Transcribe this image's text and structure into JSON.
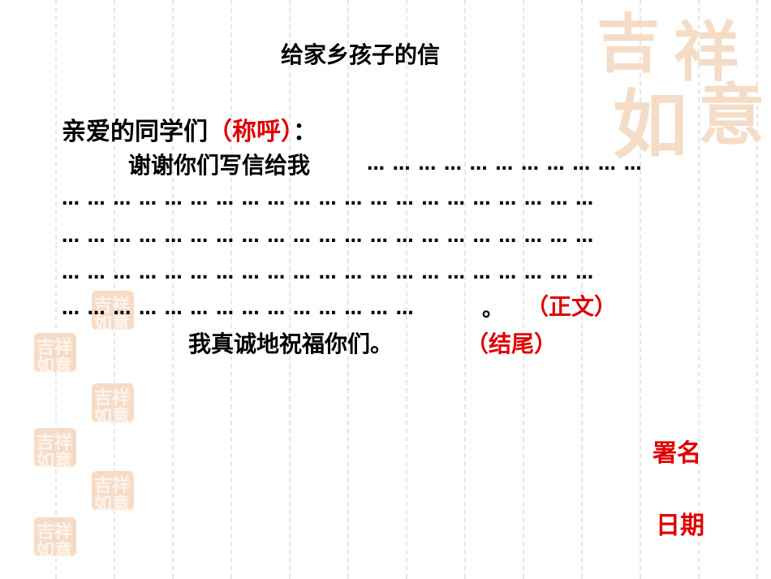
{
  "letter": {
    "title": "给家乡孩子的信",
    "salutation": "亲爱的同学们",
    "salutation_note": "（称呼）",
    "salutation_colon": "：",
    "body_opening": "谢谢你们写信给我",
    "body_dots_1": "… … … … … … … … … … …",
    "body_dots_2": "… … … … … … … … … … … … … … … … … … … … …",
    "body_dots_3": "… … … … … … … … … … … … … … … … … … … … …",
    "body_dots_4": "… … … … … … … … … … … … … … … … … … … … …",
    "body_dots_5": "… … … … … … … … … … … … … …",
    "body_end": "。",
    "body_note": "（正文）",
    "closing": "我真诚地祝福你们。",
    "closing_note": "（结尾）",
    "signature": "署名",
    "date": "日期"
  },
  "decor": {
    "seal_chars": [
      "吉",
      "祥",
      "如",
      "意"
    ],
    "seal_color": "#f6dcc7",
    "accent_red": "#e00000"
  }
}
